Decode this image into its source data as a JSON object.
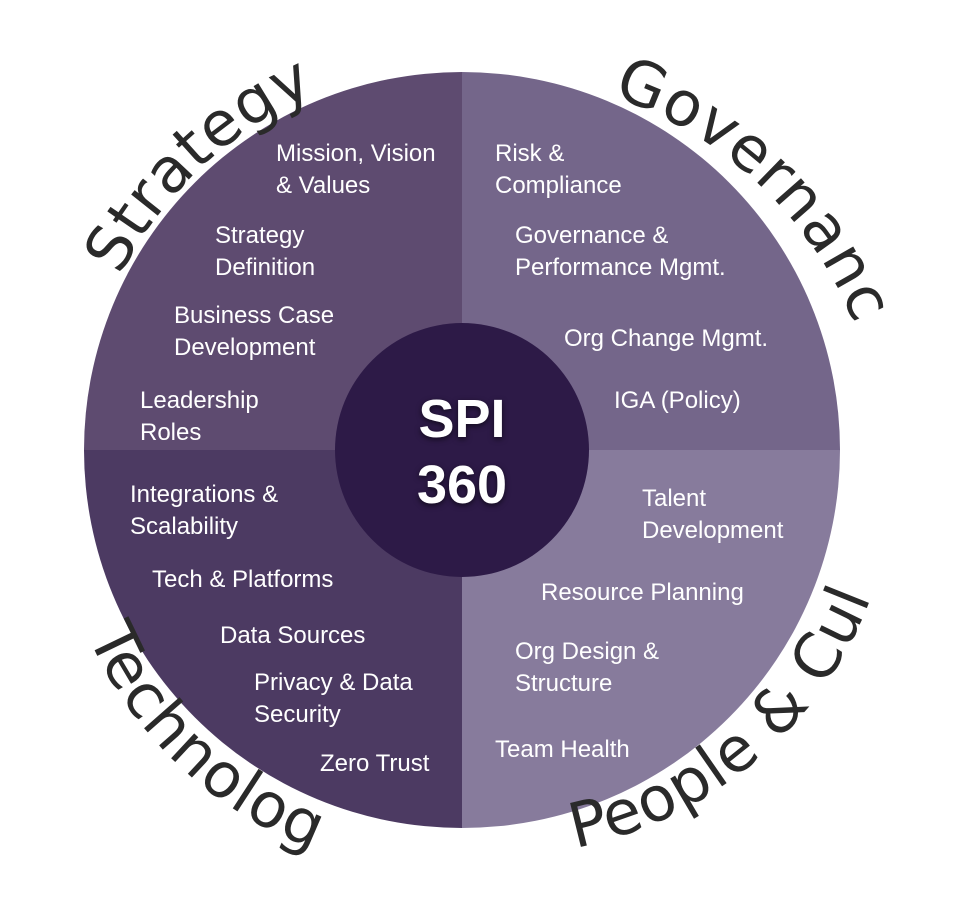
{
  "colors": {
    "strategy": "#5e4b70",
    "governance": "#74668a",
    "people": "#877b9c",
    "technology": "#4c3a62",
    "center": "#2d1a47",
    "ring_text": "#2a2a2a"
  },
  "center": {
    "line1": "SPI",
    "line2": "360"
  },
  "ring_labels": {
    "strategy": "Strategy",
    "governance": "Governance",
    "people": "People & Culture",
    "technology": "Technology"
  },
  "strategy": {
    "items": [
      {
        "line1": "Mission, Vision",
        "line2": "& Values"
      },
      {
        "line1": "Strategy",
        "line2": "Definition"
      },
      {
        "line1": "Business Case",
        "line2": "Development"
      },
      {
        "line1": "Leadership",
        "line2": "Roles"
      }
    ]
  },
  "governance": {
    "items": [
      {
        "line1": "Risk &",
        "line2": "Compliance"
      },
      {
        "line1": "Governance &",
        "line2": "Performance Mgmt."
      },
      {
        "line1": "Org Change Mgmt."
      },
      {
        "line1": "IGA (Policy)"
      }
    ]
  },
  "people": {
    "items": [
      {
        "line1": "Talent",
        "line2": "Development"
      },
      {
        "line1": "Resource Planning"
      },
      {
        "line1": "Org Design &",
        "line2": "Structure"
      },
      {
        "line1": "Team Health"
      }
    ]
  },
  "technology": {
    "items": [
      {
        "line1": "Integrations &",
        "line2": "Scalability"
      },
      {
        "line1": "Tech & Platforms"
      },
      {
        "line1": "Data Sources"
      },
      {
        "line1": "Privacy & Data",
        "line2": "Security"
      },
      {
        "line1": "Zero Trust"
      }
    ]
  }
}
